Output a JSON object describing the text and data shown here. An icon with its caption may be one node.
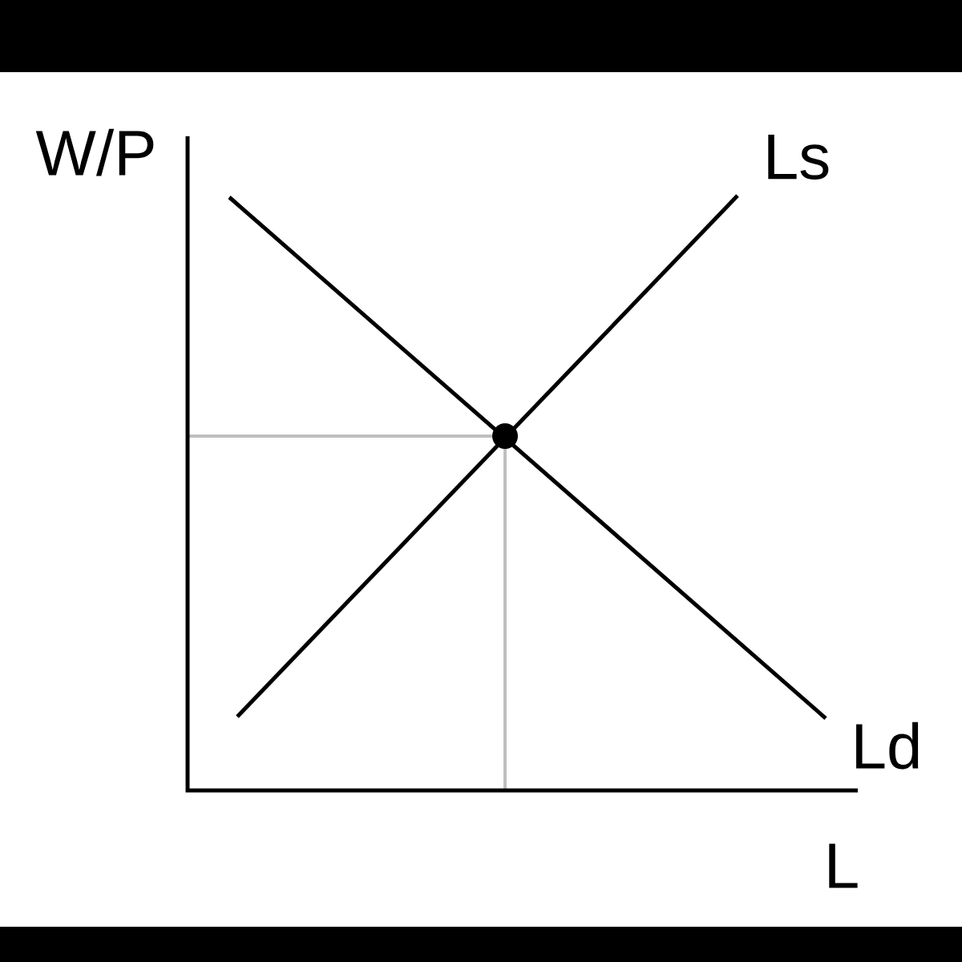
{
  "diagram": {
    "labels": [
      "W/P",
      "Ls",
      "Ld",
      "L"
    ]
  }
}
